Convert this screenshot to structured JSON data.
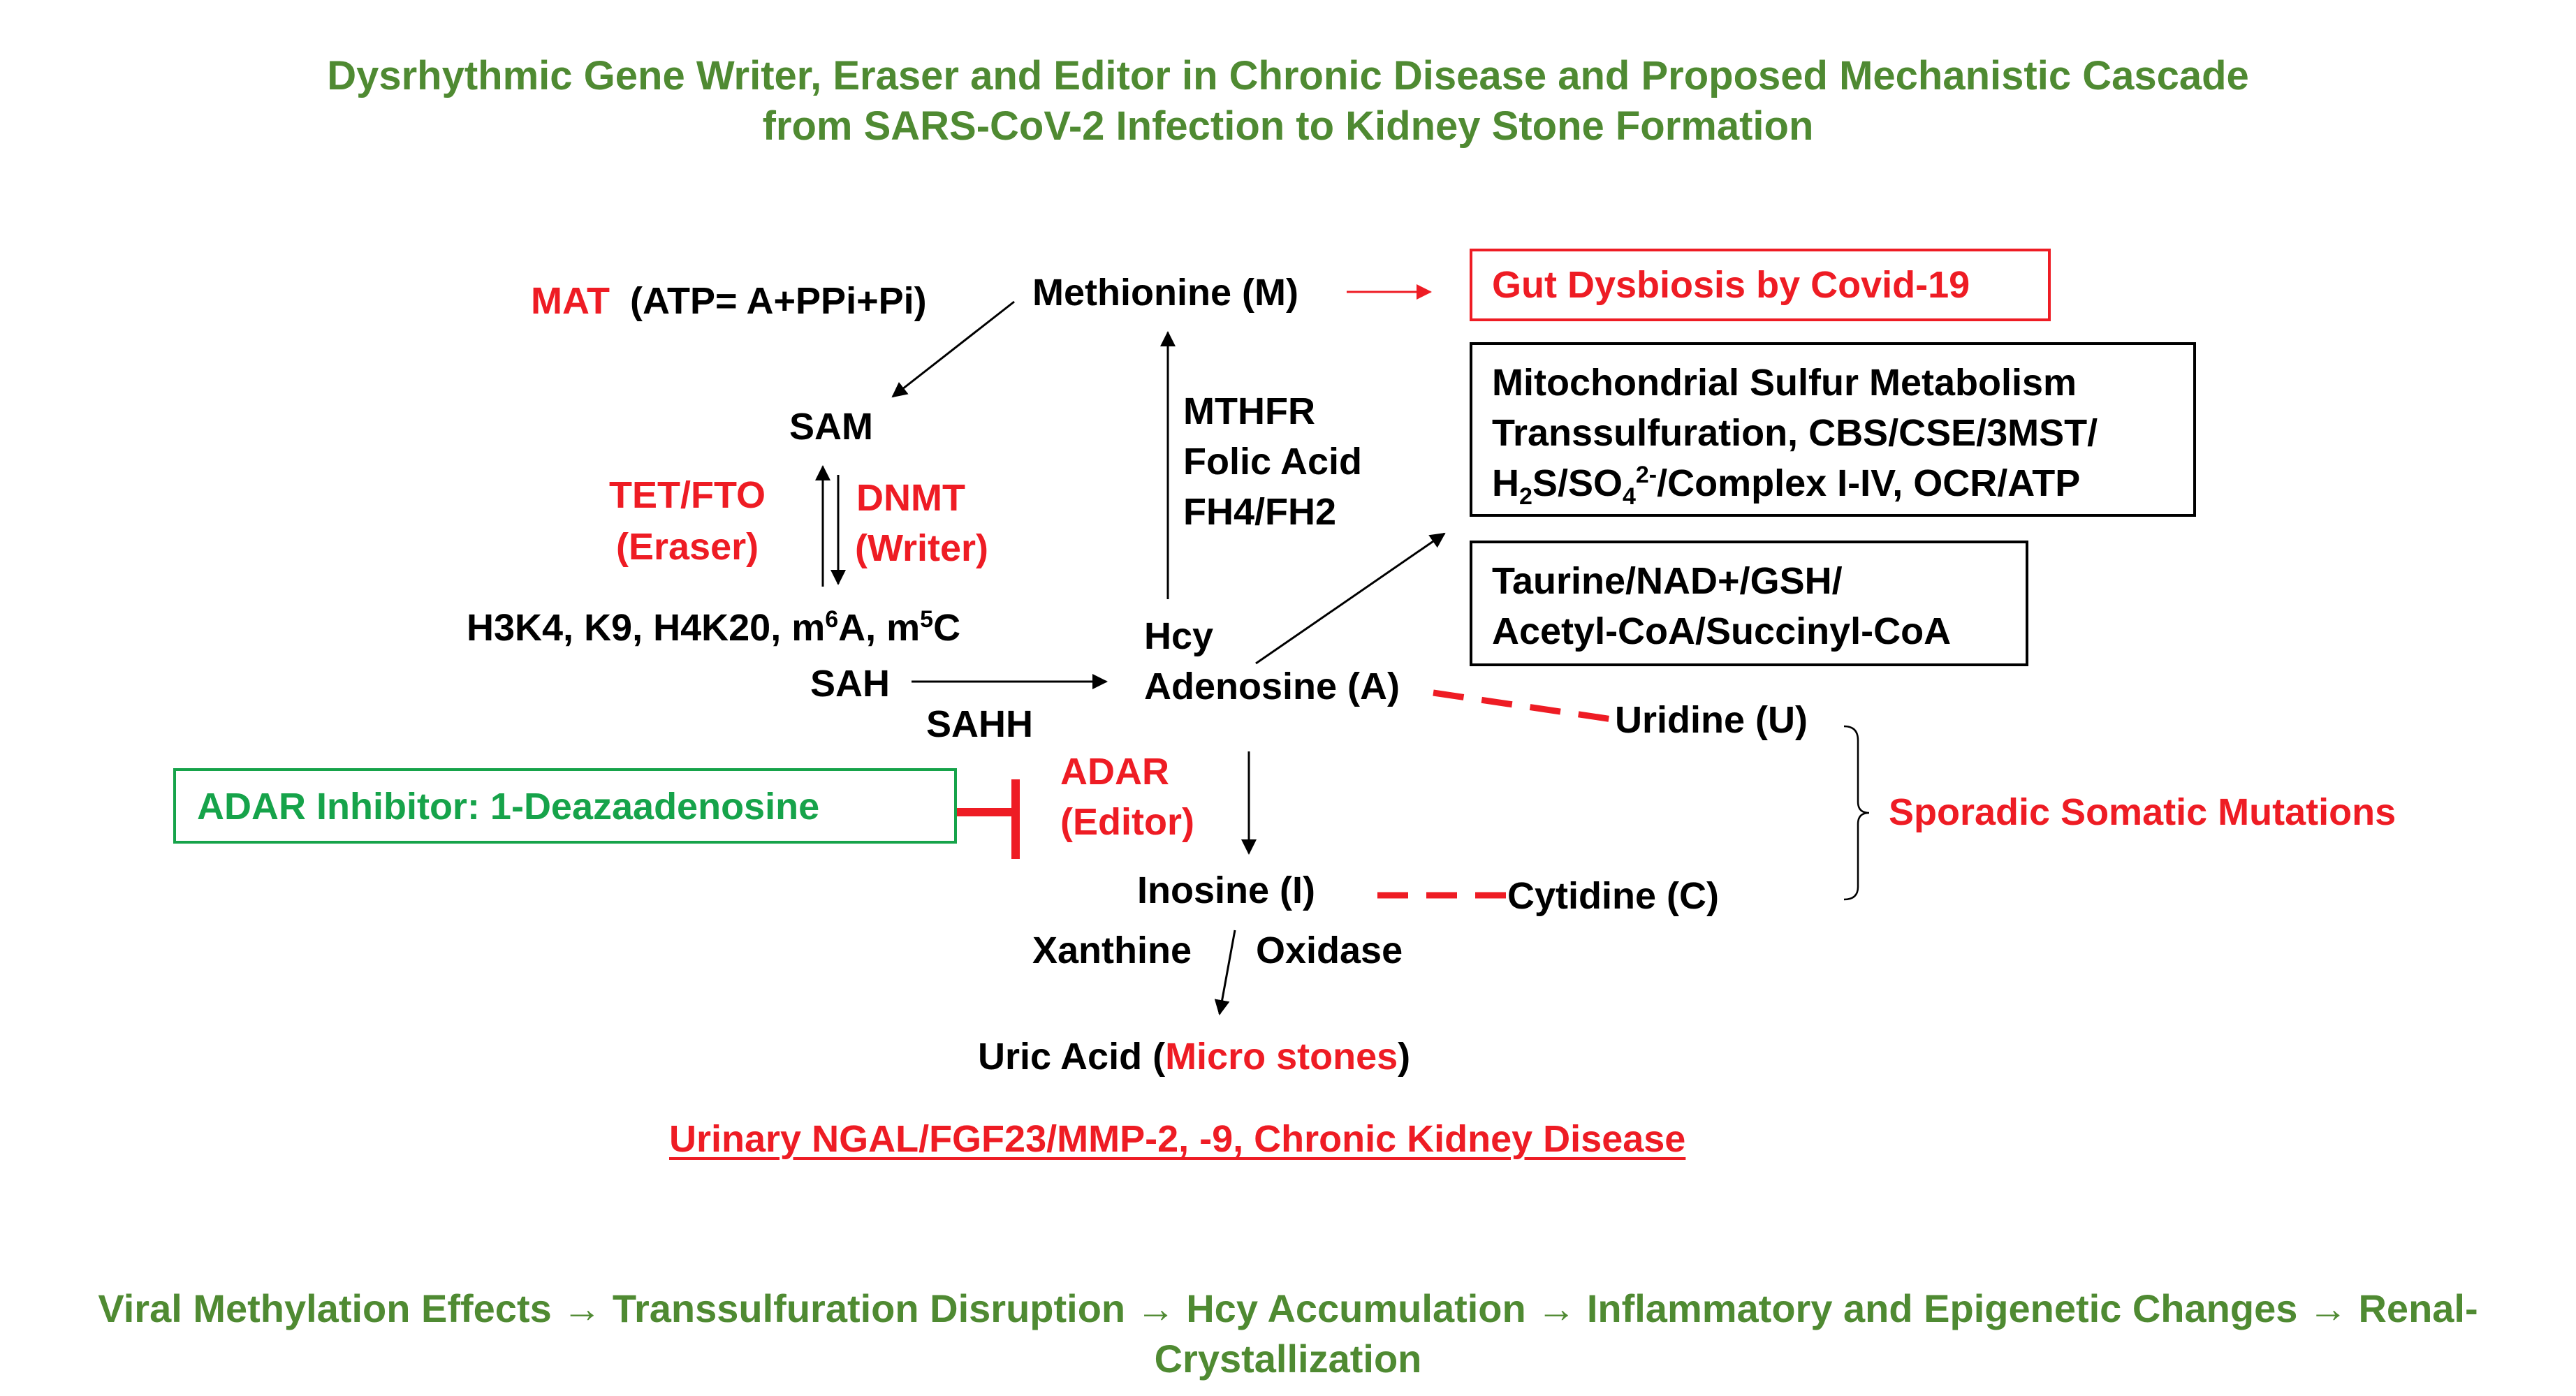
{
  "title": {
    "line1": "Dysrhythmic Gene Writer, Eraser and Editor in Chronic Disease and Proposed Mechanistic Cascade",
    "line2": "from SARS-CoV-2 Infection to Kidney Stone Formation"
  },
  "nodes": {
    "mat": "MAT",
    "atp": "(ATP= A+PPi+Pi)",
    "methionine": "Methionine (M)",
    "sam": "SAM",
    "tet_fto": "TET/FTO",
    "eraser": "(Eraser)",
    "dnmt": "DNMT",
    "writer": "(Writer)",
    "histone": "H3K4, K9, H4K20, m",
    "histone_sup1": "6",
    "histone_mid": "A, m",
    "histone_sup2": "5",
    "histone_end": "C",
    "sah": "SAH",
    "sahh": "SAHH",
    "mthfr": "MTHFR",
    "folic_acid": "Folic Acid",
    "fh": "FH4/FH2",
    "hcy": "Hcy",
    "adenosine": "Adenosine (A)",
    "adar": "ADAR",
    "editor": "(Editor)",
    "inosine": "Inosine (I)",
    "xanthine": "Xanthine",
    "oxidase": "Oxidase",
    "uric_acid": "Uric Acid (",
    "micro_stones": "Micro stones",
    "uric_close": ")",
    "uridine": "Uridine (U)",
    "cytidine": "Cytidine (C)",
    "sporadic": "Sporadic Somatic Mutations",
    "urinary": "Urinary NGAL/FGF23/MMP-2, -9, Chronic Kidney Disease"
  },
  "boxes": {
    "gut": "Gut Dysbiosis by Covid-19",
    "mito_line1": "Mitochondrial Sulfur Metabolism",
    "mito_line2": "Transsulfuration, CBS/CSE/3MST/",
    "mito_l3_a": "H",
    "mito_l3_sub1": "2",
    "mito_l3_b": "S/SO",
    "mito_l3_sub2": "4",
    "mito_l3_sup": "2-",
    "mito_l3_c": "/Complex I-IV, OCR/ATP",
    "taurine_line1": "Taurine/NAD+/GSH/",
    "taurine_line2": "Acetyl-CoA/Succinyl-CoA",
    "adar_inhibitor": "ADAR Inhibitor: 1-Deazaadenosine"
  },
  "footer": {
    "line1": "Viral Methylation Effects → Transsulfuration Disruption → Hcy Accumulation → Inflammatory and Epigenetic Changes → Renal-",
    "line2": "Crystallization"
  },
  "colors": {
    "title_green": "#4f8a32",
    "accent_red": "#ee1c24",
    "inhibitor_green": "#16a34a"
  }
}
